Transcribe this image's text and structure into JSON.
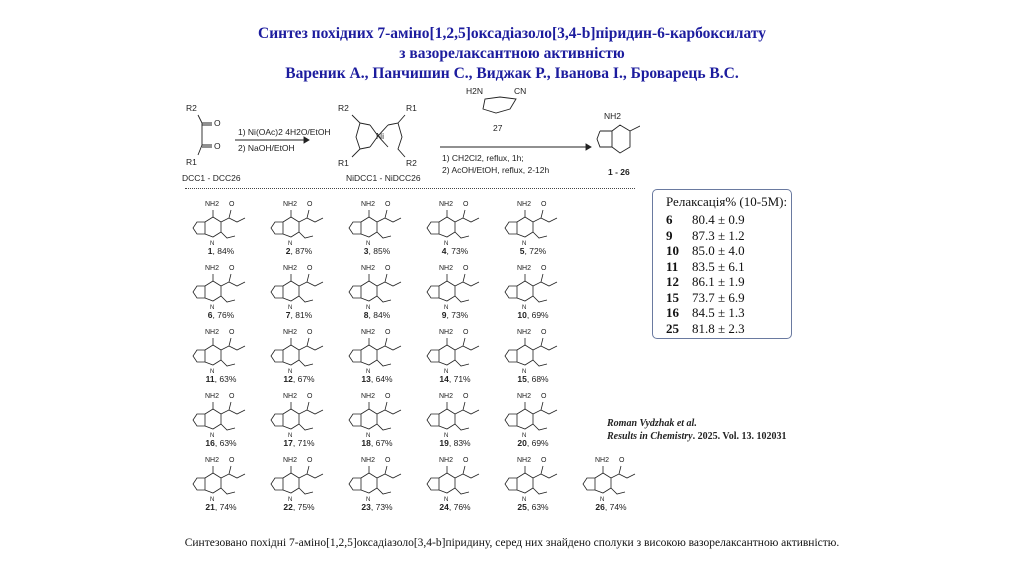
{
  "title": {
    "line1": "Синтез похідних 7-аміно[1,2,5]оксадіазоло[3,4-b]піридин-6-карбоксилату",
    "line2": "з вазорелаксантною активністю",
    "authors": "Вареник А., Панчишин С., Виджак Р., Іванова І., Броварець В.С."
  },
  "scheme": {
    "r1": "R1",
    "r2": "R2",
    "o": "O",
    "ni": "Ni",
    "n": "N",
    "nh2": "NH2",
    "h2n": "H2N",
    "cn": "CN",
    "step1_a": "1) Ni(OAc)2 4H2O/EtOH",
    "step1_b": "2) NaOH/EtOH",
    "reagent_num": "27",
    "step2_a": "1) CH2Cl2, reflux, 1h;",
    "step2_b": "2) AcOH/EtOH, reflux, 2-12h",
    "start_label": "DCC1 - DCC26",
    "complex_label": "NiDCC1 - NiDCC26",
    "product_label": "1 - 26"
  },
  "compounds": [
    {
      "num": "1",
      "yield": "84%"
    },
    {
      "num": "2",
      "yield": "87%"
    },
    {
      "num": "3",
      "yield": "85%"
    },
    {
      "num": "4",
      "yield": "73%"
    },
    {
      "num": "5",
      "yield": "72%"
    },
    {
      "num": "6",
      "yield": "76%"
    },
    {
      "num": "7",
      "yield": "81%"
    },
    {
      "num": "8",
      "yield": "84%"
    },
    {
      "num": "9",
      "yield": "73%"
    },
    {
      "num": "10",
      "yield": "69%"
    },
    {
      "num": "11",
      "yield": "63%"
    },
    {
      "num": "12",
      "yield": "67%"
    },
    {
      "num": "13",
      "yield": "64%"
    },
    {
      "num": "14",
      "yield": "71%"
    },
    {
      "num": "15",
      "yield": "68%"
    },
    {
      "num": "16",
      "yield": "63%"
    },
    {
      "num": "17",
      "yield": "71%"
    },
    {
      "num": "18",
      "yield": "67%"
    },
    {
      "num": "19",
      "yield": "83%"
    },
    {
      "num": "20",
      "yield": "69%"
    },
    {
      "num": "21",
      "yield": "74%"
    },
    {
      "num": "22",
      "yield": "75%"
    },
    {
      "num": "23",
      "yield": "73%"
    },
    {
      "num": "24",
      "yield": "76%"
    },
    {
      "num": "25",
      "yield": "63%"
    },
    {
      "num": "26",
      "yield": "74%"
    }
  ],
  "relaxation": {
    "header": "Релаксація% (10-5M):",
    "rows": [
      {
        "cmpd": "6",
        "value": "80.4 ± 0.9"
      },
      {
        "cmpd": "9",
        "value": "87.3 ± 1.2"
      },
      {
        "cmpd": "10",
        "value": "85.0 ± 4.0"
      },
      {
        "cmpd": "11",
        "value": "83.5 ± 6.1"
      },
      {
        "cmpd": "12",
        "value": "86.1 ± 1.9"
      },
      {
        "cmpd": "15",
        "value": "73.7 ± 6.9"
      },
      {
        "cmpd": "16",
        "value": "84.5 ± 1.3"
      },
      {
        "cmpd": "25",
        "value": "81.8 ± 2.3"
      }
    ]
  },
  "citation": {
    "authors": "Roman Vydzhak et al.",
    "journal": "Results in Chemistry",
    "details": ". 2025. Vol. 13. 102031"
  },
  "footer": "Синтезовано похідні 7-аміно[1,2,5]оксадіазоло[3,4-b]піридину, серед них знайдено сполуки з високою вазорелаксантною активністю."
}
